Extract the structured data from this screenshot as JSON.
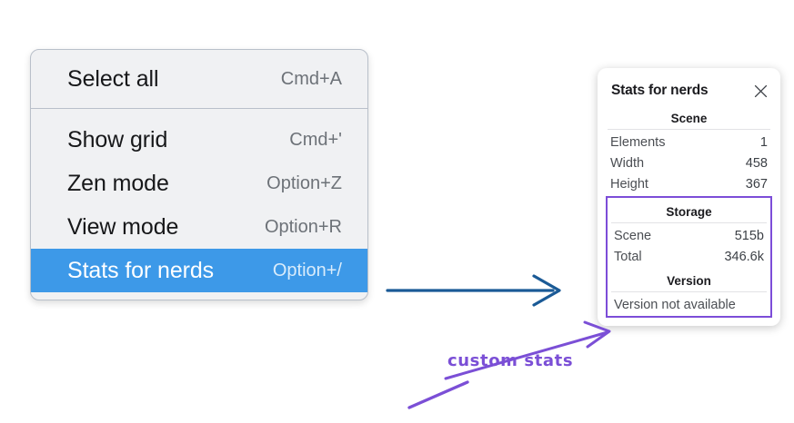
{
  "context_menu": {
    "groups": [
      {
        "items": [
          {
            "label": "Select all",
            "shortcut": "Cmd+A",
            "highlighted": false
          }
        ]
      },
      {
        "items": [
          {
            "label": "Show grid",
            "shortcut": "Cmd+'",
            "highlighted": false
          },
          {
            "label": "Zen mode",
            "shortcut": "Option+Z",
            "highlighted": false
          },
          {
            "label": "View mode",
            "shortcut": "Option+R",
            "highlighted": false
          },
          {
            "label": "Stats for nerds",
            "shortcut": "Option+/",
            "highlighted": true
          }
        ]
      }
    ],
    "highlight_color": "#3d99e8",
    "background_color": "#f0f1f3"
  },
  "stats_panel": {
    "title": "Stats for nerds",
    "close_icon": "close-icon",
    "sections": [
      {
        "name": "scene",
        "title": "Scene",
        "highlighted": false,
        "rows": [
          {
            "label": "Elements",
            "value": "1"
          },
          {
            "label": "Width",
            "value": "458"
          },
          {
            "label": "Height",
            "value": "367"
          }
        ]
      },
      {
        "name": "storage",
        "title": "Storage",
        "highlighted": true,
        "rows": [
          {
            "label": "Scene",
            "value": "515b"
          },
          {
            "label": "Total",
            "value": "346.6k"
          }
        ]
      },
      {
        "name": "version",
        "title": "Version",
        "highlighted": true,
        "rows": [
          {
            "label": "Version not available",
            "value": ""
          }
        ]
      }
    ],
    "highlight_border_color": "#7c4dd8"
  },
  "annotations": {
    "flow_arrow": {
      "name": "blue-flow-arrow",
      "color": "#1a5a96"
    },
    "callout": {
      "text": "custom stats",
      "color": "#7b4fd6"
    }
  }
}
